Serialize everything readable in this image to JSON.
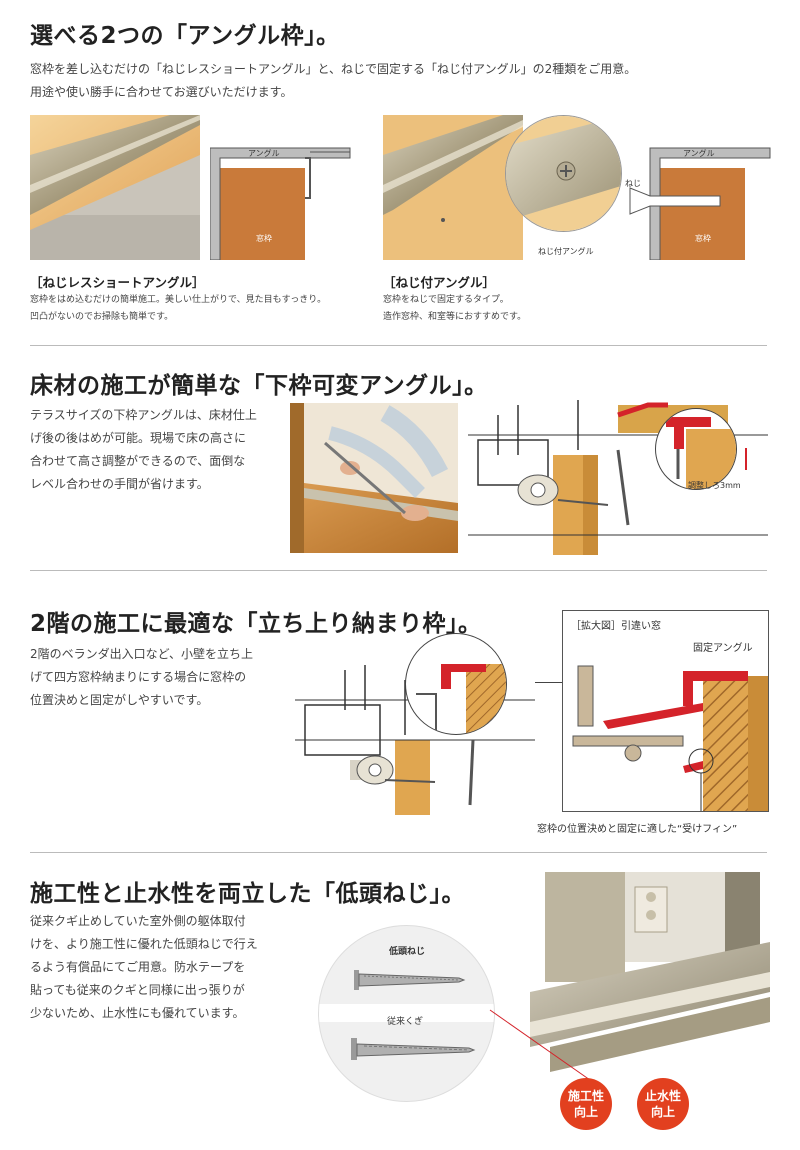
{
  "section1": {
    "title": "選べる2つの「アングル枠」。",
    "intro_line1": "窓枠を差し込むだけの「ねじレスショートアングル」と、ねじで固定する「ねじ付アングル」の2種類をご用意。",
    "intro_line2": "用途や使い勝手に合わせてお選びいただけます。",
    "left": {
      "diagram_label_angle": "アングル",
      "diagram_label_frame": "窓枠",
      "caption_title": "［ねじレスショートアングル］",
      "caption_line1": "窓枠をはめ込むだけの簡単施工。美しい仕上がりで、見た目もすっきり。",
      "caption_line2": "凹凸がないのでお掃除も簡単です。"
    },
    "right": {
      "zoom_label": "ねじ付アングル",
      "diagram_label_angle": "アングル",
      "diagram_label_screw": "ねじ",
      "diagram_label_frame": "窓枠",
      "caption_title": "［ねじ付アングル］",
      "caption_line1": "窓枠をねじで固定するタイプ。",
      "caption_line2": "造作窓枠、和室等におすすめです。"
    }
  },
  "section2": {
    "title": "床材の施工が簡単な「下枠可変アングル」。",
    "body_line1": "テラスサイズの下枠アングルは、床材仕上",
    "body_line2": "げ後の後はめが可能。現場で床の高さに",
    "body_line3": "合わせて高さ調整ができるので、面倒な",
    "body_line4": "レベル合わせの手間が省けます。",
    "adjust_label": "調整しろ3mm"
  },
  "section3": {
    "title": "2階の施工に最適な「立ち上り納まり枠」。",
    "body_line1": "2階のベランダ出入口など、小壁を立ち上",
    "body_line2": "げて四方窓枠納まりにする場合に窓枠の",
    "body_line3": "位置決めと固定がしやすいです。",
    "inset_title": "［拡大図］引違い窓",
    "inset_label": "固定アングル",
    "fin_label": "窓枠の位置決めと固定に適した“受けフィン”"
  },
  "section4": {
    "title": "施工性と止水性を両立した「低頭ねじ」。",
    "body_line1": "従来クギ止めしていた室外側の躯体取付",
    "body_line2": "けを、より施工性に優れた低頭ねじで行え",
    "body_line3": "るよう有償品にてご用意。防水テープを",
    "body_line4": "貼っても従来のクギと同様に出っ張りが",
    "body_line5": "少ないため、止水性にも優れています。",
    "screw_label": "低頭ねじ",
    "nail_label": "従来くぎ",
    "badge1_line1": "施工性",
    "badge1_line2": "向上",
    "badge2_line1": "止水性",
    "badge2_line2": "向上"
  },
  "colors": {
    "accent_red": "#e2401f",
    "diagram_red": "#d4232a",
    "wood": "#c97a3a"
  }
}
